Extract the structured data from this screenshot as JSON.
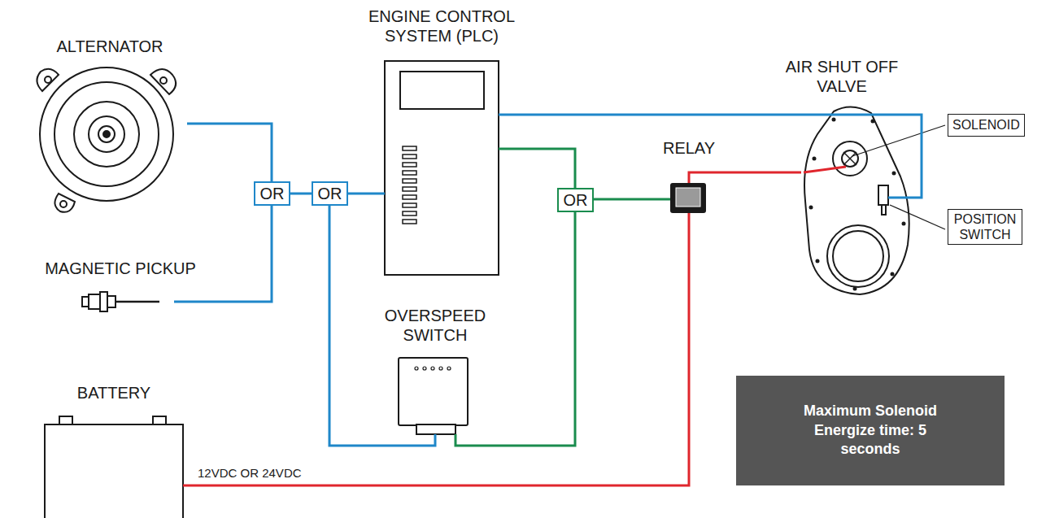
{
  "diagram": {
    "nodes": [
      {
        "text": [
          "ALTERNATOR"
        ]
      },
      {
        "text": [
          "ENGINE CONTROL SYSTEM (PLC)"
        ]
      },
      {
        "text": [
          "AIR SHUT OFF VALVE"
        ]
      },
      {
        "text": [
          "SOLENOID"
        ]
      },
      {
        "text": [
          "RELAY"
        ]
      },
      {
        "text": [
          "OR"
        ]
      },
      {
        "text": [
          "OR"
        ]
      },
      {
        "text": [
          "OR"
        ]
      },
      {
        "text": [
          "POSITION SWITCH"
        ]
      },
      {
        "text": [
          "MAGNETIC PICKUP"
        ]
      },
      {
        "text": [
          "OVERSPEED SWITCH"
        ]
      },
      {
        "text": [
          "BATTERY"
        ]
      },
      {
        "text": [
          "Maximum Solenoid Energize time: 5 seconds"
        ]
      }
    ],
    "edges": [
      {
        "from": 0,
        "to": 5,
        "arrow": "none"
      },
      {
        "from": 9,
        "to": 5,
        "arrow": "none"
      },
      {
        "from": 5,
        "to": 6,
        "arrow": "none"
      },
      {
        "from": 6,
        "to": 1,
        "arrow": "none"
      },
      {
        "from": 6,
        "to": 10,
        "arrow": "none"
      },
      {
        "from": 1,
        "to": 2,
        "arrow": "none"
      },
      {
        "from": 1,
        "to": 7,
        "arrow": "none"
      },
      {
        "from": 10,
        "to": 7,
        "arrow": "none"
      },
      {
        "from": 7,
        "to": 4,
        "arrow": "none"
      },
      {
        "from": 4,
        "to": 2,
        "arrow": "none"
      },
      {
        "from": 11,
        "to": 4,
        "arrow": "none"
      }
    ],
    "labels": [
      "12VDC OR 24VDC"
    ]
  }
}
